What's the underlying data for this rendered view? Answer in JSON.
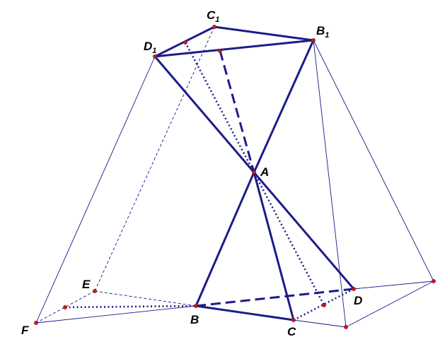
{
  "diagram": {
    "labels": {
      "C1": {
        "main": "C",
        "sub": "1"
      },
      "B1": {
        "main": "B",
        "sub": "1"
      },
      "D1": {
        "main": "D",
        "sub": "1"
      },
      "A": "A",
      "E": "E",
      "F": "F",
      "B": "B",
      "C": "C",
      "D": "D"
    },
    "colors": {
      "lines": "#1c1c8a",
      "points": "#cc1a1a",
      "labels": "#000000"
    }
  }
}
